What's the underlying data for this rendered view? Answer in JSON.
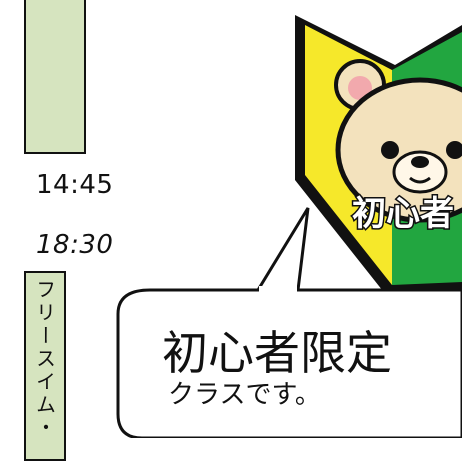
{
  "schedule": {
    "time_1": "14:45",
    "time_2": "18:30",
    "vertical_label": "フリースイム・"
  },
  "badge": {
    "text": "初心者",
    "icon": "beginner-mark-bear-icon",
    "colors": {
      "left": "#f6e82a",
      "right": "#22a640"
    }
  },
  "callout": {
    "main": "初心者限定",
    "sub": "クラスです。"
  }
}
